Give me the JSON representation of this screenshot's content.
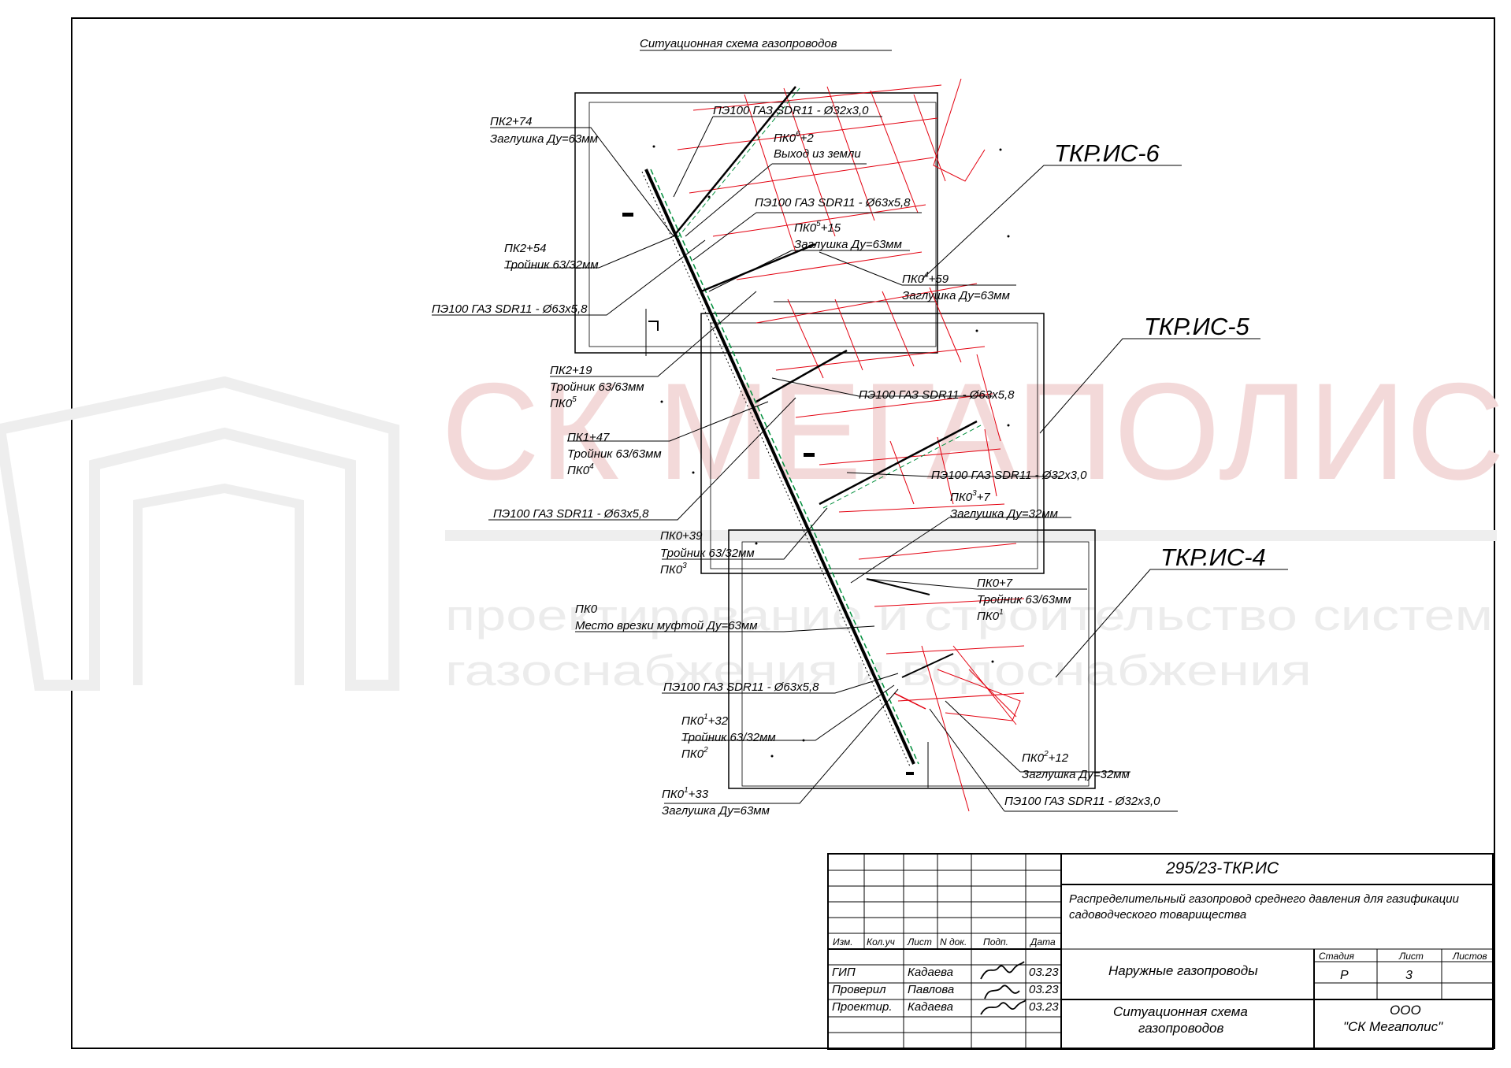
{
  "scheme": {
    "title": "Ситуационная схема газопроводов",
    "zones": [
      "ТКР.ИС-6",
      "ТКР.ИС-5",
      "ТКР.ИС-4"
    ],
    "watermark": {
      "company": "СК МЕГАПОЛИС",
      "line1": "проектирование и строительство систем",
      "line2": "газоснабжения и водоснабжения"
    },
    "labels": [
      [
        "ПК2+74",
        "Заглушка Ду=63мм"
      ],
      [
        "ПЭ100 ГАЗ SDR11 - Ø32х3,0"
      ],
      [
        "ПК0",
        "6",
        "+2",
        "Выход из земли"
      ],
      [
        "ПЭ100 ГАЗ SDR11 - Ø63х5,8"
      ],
      [
        "ПК0",
        "5",
        "+15",
        "Заглушка Ду=63мм"
      ],
      [
        "ПК2+54",
        "Тройник 63/32мм"
      ],
      [
        "ПЭ100 ГАЗ SDR11 - Ø63х5,8"
      ],
      [
        "ПК0",
        "4",
        "+59",
        "Заглушка Ду=63мм"
      ],
      [
        "ПК2+19",
        "Тройник 63/63мм",
        "ПК0",
        "5"
      ],
      [
        "ПЭ100 ГАЗ SDR11 - Ø63х5,8"
      ],
      [
        "ПК1+47",
        "Тройник 63/63мм",
        "ПК0",
        "4"
      ],
      [
        "ПЭ100 ГАЗ SDR11 - Ø32х3,0"
      ],
      [
        "ПЭ100 ГАЗ SDR11 - Ø63х5,8"
      ],
      [
        "ПК0",
        "3",
        "+7",
        "Заглушка Ду=32мм"
      ],
      [
        "ПК0+39",
        "Тройник 63/32мм",
        "ПК0",
        "3"
      ],
      [
        "ПК0+7",
        "Тройник 63/63мм",
        "ПК0",
        "1"
      ],
      [
        "ПК0",
        "Место врезки муфтой Ду=63мм"
      ],
      [
        "ПЭ100 ГАЗ SDR11 - Ø63х5,8"
      ],
      [
        "ПК0",
        "1",
        "+32",
        "Тройник 63/32мм",
        "ПК0",
        "2"
      ],
      [
        "ПК0",
        "2",
        "+12",
        "Заглушка Ду=32мм"
      ],
      [
        "ПЭ100 ГАЗ SDR11 - Ø32х3,0"
      ],
      [
        "ПК0",
        "1",
        "+33",
        "Заглушка Ду=63мм"
      ]
    ]
  },
  "stamp": {
    "code": "295/23-ТКР.ИС",
    "project_line1": "Распределительный газопровод среднего давления для газификации",
    "project_line2": "садоводческого товарищества",
    "headers": [
      "Изм.",
      "Кол.уч",
      "Лист",
      "N док.",
      "Подп.",
      "Дата"
    ],
    "people": [
      {
        "role": "ГИП",
        "name": "Кадаева",
        "date": "03.23"
      },
      {
        "role": "Проверил",
        "name": "Павлова",
        "date": "03.23"
      },
      {
        "role": "Проектир.",
        "name": "Кадаева",
        "date": "03.23"
      }
    ],
    "section": "Наружные газопроводы",
    "drawing_line1": "Ситуационная схема",
    "drawing_line2": "газопроводов",
    "stage_label": "Стадия",
    "sheet_label": "Лист",
    "sheets_label": "Листов",
    "stage": "Р",
    "sheet": "3",
    "org_line1": "ООО",
    "org_line2": "\"СК Мегаполис\""
  }
}
